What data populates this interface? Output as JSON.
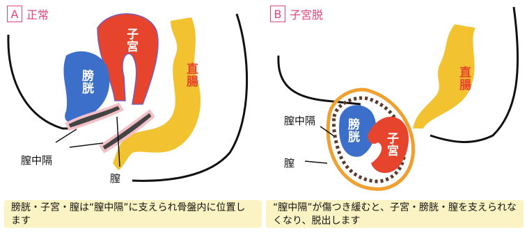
{
  "panel_a": {
    "letter": "A",
    "title": "正常",
    "organs": {
      "bladder": "膀胱",
      "uterus": "子宮",
      "rectum": "直腸"
    },
    "labels": {
      "septum": "膣中隔",
      "vagina": "膣"
    },
    "caption": "膀胱・子宮・膣は“膣中隔”に支えられ骨盤内に位置します"
  },
  "panel_b": {
    "letter": "B",
    "title": "子宮脱",
    "organs": {
      "bladder": "膀胱",
      "uterus": "子宮",
      "rectum": "直腸"
    },
    "labels": {
      "septum": "膣中隔",
      "vagina": "膣"
    },
    "caption": "“膣中隔”が傷つき緩むと、子宮・膀胱・膣を支えられなくなり、脱出します"
  },
  "colors": {
    "accent": "#e0447a",
    "bladder": "#3b6fc9",
    "uterus": "#e7442e",
    "rectum": "#f2c230",
    "caption_bg": "#fbf3c3",
    "vagina_outline": "#f0a030"
  }
}
